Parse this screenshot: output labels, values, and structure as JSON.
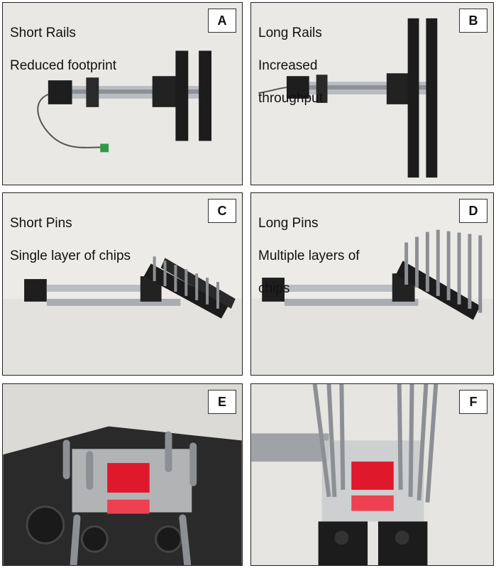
{
  "panels": {
    "a": {
      "letter": "A",
      "line1": "Short Rails",
      "line2": "Reduced footprint"
    },
    "b": {
      "letter": "B",
      "line1": "Long Rails",
      "line2": "Increased",
      "line3": "throughput"
    },
    "c": {
      "letter": "C",
      "line1": "Short Pins",
      "line2": "Single layer of chips"
    },
    "d": {
      "letter": "D",
      "line1": "Long Pins",
      "line2": "Multiple layers of",
      "line3": "chips"
    },
    "e": {
      "letter": "E"
    },
    "f": {
      "letter": "F"
    }
  },
  "colors": {
    "background": "#eceae6",
    "rail": "#1c1c1c",
    "aluminum": "#b9bcc0",
    "chip_red": "#e0182c",
    "pin": "#8c8f93"
  }
}
